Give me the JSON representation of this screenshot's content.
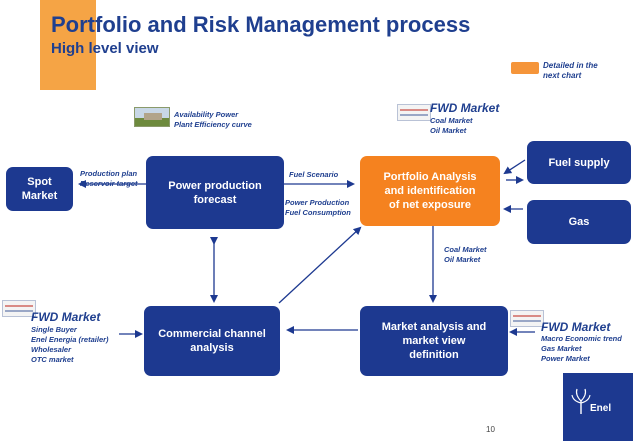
{
  "header": {
    "title": "Portfolio and Risk Management process",
    "subtitle": "High level view"
  },
  "legend": {
    "color": "#f5953a",
    "text": "Detailed in the\nnext chart"
  },
  "boxes": {
    "spot_market": "Spot\nMarket",
    "power_production": "Power production\nforecast",
    "portfolio_analysis": "Portfolio Analysis\nand identification\nof net exposure",
    "fuel_supply": "Fuel supply",
    "gas": "Gas",
    "commercial_channel": "Commercial channel\nanalysis",
    "market_analysis": "Market analysis and\nmarket view\ndefinition"
  },
  "labels": {
    "availability": "Availability Power\nPlant Efficiency curve",
    "production_plan": "Production plan\nReservoir target",
    "fuel_scenario": "Fuel Scenario",
    "power_production_fuel": "Power Production\nFuel Consumption",
    "fwd_market_top": "FWD Market",
    "fwd_market_top_items": "Coal Market\nOil Market",
    "coal_oil_middle": "Coal Market\nOil Market",
    "fwd_market_left": "FWD Market",
    "fwd_market_left_items": "Single Buyer\nEnel Energia (retailer)\nWholesaler\nOTC market",
    "fwd_market_right": "FWD Market",
    "fwd_market_right_items": "Macro Economic trend\nGas Market\nPower Market"
  },
  "footer": {
    "page_number": "10",
    "logo_text": "Enel"
  },
  "colors": {
    "title_blue": "#1f3f8f",
    "box_blue": "#1d3990",
    "box_orange": "#f5821f",
    "accent": "#f5a445"
  }
}
